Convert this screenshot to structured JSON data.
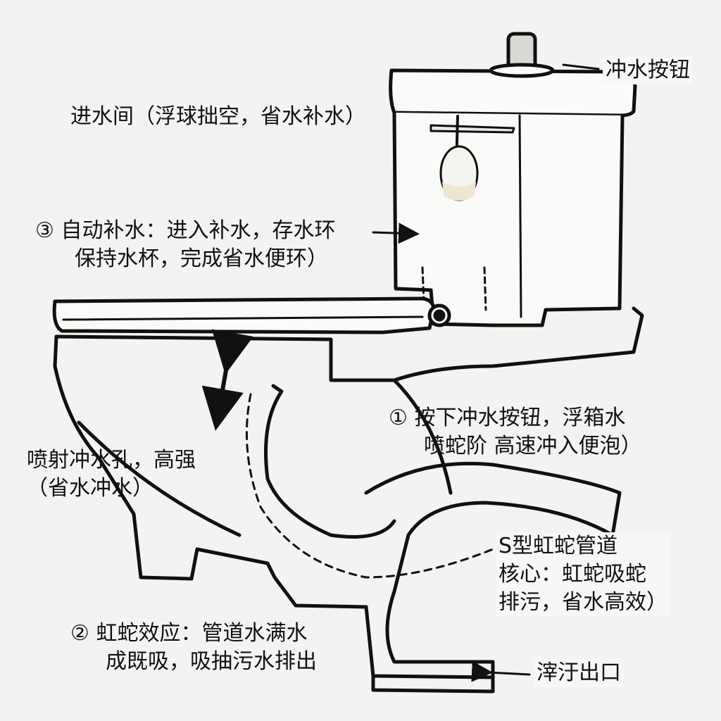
{
  "labels": {
    "flush_button": "冲水按钮",
    "inlet_valve": "进水间（浮球拙空，省水补水）",
    "step3": {
      "number": "③",
      "line1": "自动补水：进入补水，存水环",
      "line2": "保持水杯，完成省水便环）"
    },
    "jet_hole": {
      "line1": "喷射冲水孔，高强",
      "line2": "（省水冲水）"
    },
    "step1": {
      "number": "①",
      "line1": "按下冲水按钮，浮箱水",
      "line2": "喷蛇阶 高速冲入便泡）"
    },
    "s_trap": {
      "line1": "S型虹蛇管道",
      "line2": "核心：虹蛇吸蛇",
      "line3": "排污，省水高效）"
    },
    "step2": {
      "number": "②",
      "line1": "虹蛇效应：管道水满水",
      "line2": "成既吸，吸抽污水排出"
    },
    "outlet": "滓汙出口"
  },
  "colors": {
    "line": "#111111",
    "background": "#f3f3f1",
    "water": "#efe6cf"
  }
}
